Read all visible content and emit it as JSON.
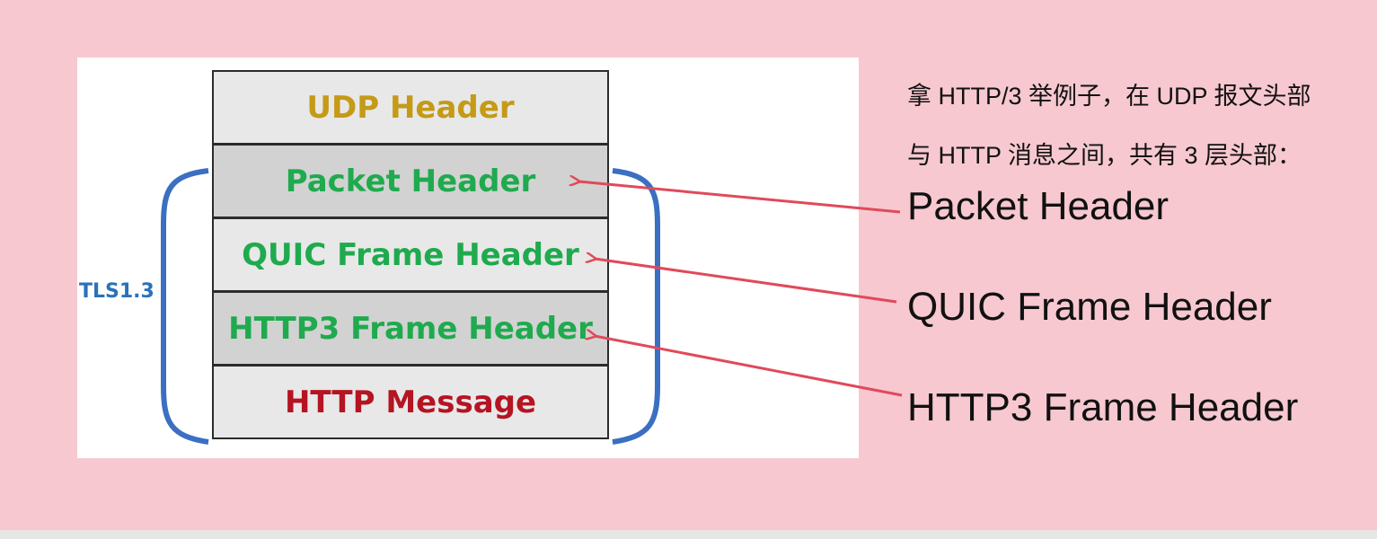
{
  "diagram": {
    "layers": [
      {
        "label": "UDP Header",
        "color": "#c49a17"
      },
      {
        "label": "Packet Header",
        "color": "#1faa4e"
      },
      {
        "label": "QUIC Frame Header",
        "color": "#1faa4e"
      },
      {
        "label": "HTTP3 Frame Header",
        "color": "#1faa4e"
      },
      {
        "label": "HTTP Message",
        "color": "#b51422"
      }
    ],
    "bracket_label": "TLS1.3",
    "bracket_color": "#3a6fc2"
  },
  "note": {
    "line1": "拿 HTTP/3 举例子，在 UDP 报文头部",
    "line2": "与 HTTP 消息之间，共有 3 层头部："
  },
  "callouts": [
    "Packet Header",
    "QUIC Frame Header",
    "HTTP3 Frame Header"
  ],
  "arrow_color": "#e04a5a"
}
